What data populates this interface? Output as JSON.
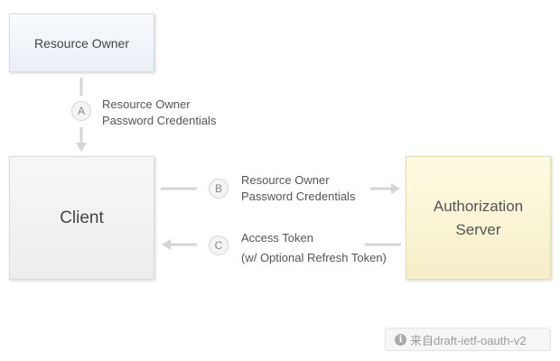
{
  "nodes": {
    "resource_owner": "Resource Owner",
    "client": "Client",
    "authorization_server": [
      "Authorization",
      "Server"
    ]
  },
  "steps": {
    "a": {
      "badge": "A",
      "lines": [
        "Resource Owner",
        "Password Credentials"
      ]
    },
    "b": {
      "badge": "B",
      "lines": [
        "Resource Owner",
        "Password Credentials"
      ]
    },
    "c": {
      "badge": "C",
      "lines": [
        "Access Token",
        "(w/ Optional Refresh Token)"
      ]
    }
  },
  "source": {
    "icon": "info-icon",
    "text": "来自draft-ietf-oauth-v2"
  },
  "colors": {
    "arrow": "#d5d5d5",
    "owner_fill": "#eef3f8",
    "client_fill": "#f1f1f1",
    "auth_fill": "#faf4d2"
  }
}
